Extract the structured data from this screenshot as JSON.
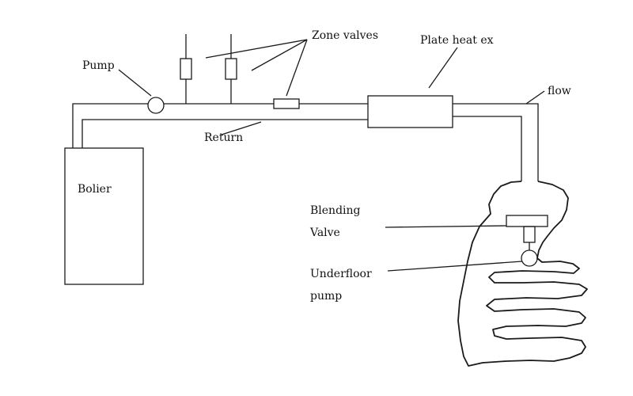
{
  "diagram": {
    "labels": {
      "zone_valves": "Zone valves",
      "plate_heat_ex": "Plate heat ex",
      "pump": "Pump",
      "flow": "flow",
      "return": "Return",
      "boiler": "Bolier",
      "blending": "Blending",
      "valve": "Valve",
      "underfloor": "Underfloor",
      "underfloor_pump": "pump"
    },
    "colors": {
      "line": "#1a1a1a",
      "background": "#ffffff"
    }
  }
}
